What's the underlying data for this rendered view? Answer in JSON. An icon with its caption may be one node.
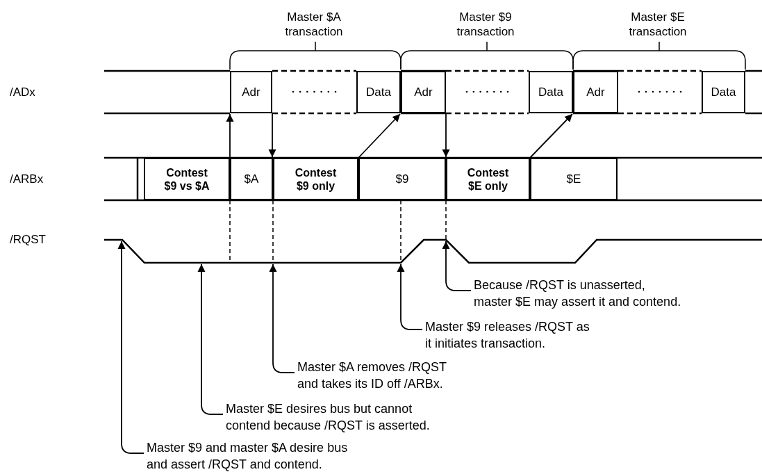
{
  "diagram": {
    "nodes": [
      {
        "text": [
          "Adr"
        ]
      },
      {
        "text": [
          "Data"
        ]
      },
      {
        "text": [
          "Adr"
        ]
      },
      {
        "text": [
          "Data"
        ]
      },
      {
        "text": [
          "Adr"
        ]
      },
      {
        "text": [
          "Data"
        ]
      },
      {
        "text": [
          "Contest $9 vs $A"
        ]
      },
      {
        "text": [
          "$A"
        ]
      },
      {
        "text": [
          "Contest $9 only"
        ]
      },
      {
        "text": [
          "$9"
        ]
      },
      {
        "text": [
          "Contest $E only"
        ]
      },
      {
        "text": [
          "$E"
        ]
      },
      {
        "text": [
          "Because /RQST is unasserted, master $E may assert it and contend."
        ]
      },
      {
        "text": [
          "Master $9 releases /RQST as it initiates transaction."
        ]
      },
      {
        "text": [
          "Master $A removes /RQST and takes its ID off /ARBx."
        ]
      },
      {
        "text": [
          "Master $E desires bus but cannot contend because /RQST is asserted."
        ]
      },
      {
        "text": [
          "Master $9 and master $A desire bus and assert /RQST and contend."
        ]
      }
    ],
    "edges": [
      {
        "from": 7,
        "to": 0,
        "arrow": "to"
      },
      {
        "from": 0,
        "to": 8,
        "arrow": "to"
      },
      {
        "from": 9,
        "to": 1,
        "arrow": "to"
      },
      {
        "from": 2,
        "to": 10,
        "arrow": "to"
      },
      {
        "from": 11,
        "to": 3,
        "arrow": "to"
      },
      {
        "from": 12,
        "to": null,
        "arrow": "to"
      },
      {
        "from": 13,
        "to": null,
        "arrow": "to"
      },
      {
        "from": 14,
        "to": null,
        "arrow": "to"
      },
      {
        "from": 15,
        "to": null,
        "arrow": "to"
      },
      {
        "from": 16,
        "to": null,
        "arrow": "to"
      }
    ],
    "labels": [
      "Master $A transaction",
      "Master $9 transaction",
      "Master $E transaction",
      "/ADx",
      "/ARBx",
      "/RQST"
    ]
  }
}
